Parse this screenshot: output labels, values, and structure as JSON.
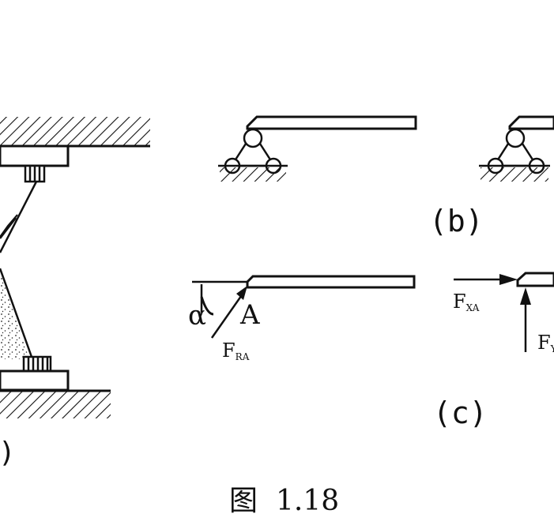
{
  "labels": {
    "panel_b": "(b)",
    "panel_c": "(c)",
    "panel_a_partial": ")",
    "point_a": "A",
    "angle": "α",
    "force_ra": {
      "main": "F",
      "sub": "RA"
    },
    "force_xa": {
      "main": "F",
      "sub": "XA"
    },
    "force_ya": {
      "main": "F",
      "sub": "Y"
    }
  },
  "caption": {
    "prefix": "图",
    "number": "1.18"
  }
}
